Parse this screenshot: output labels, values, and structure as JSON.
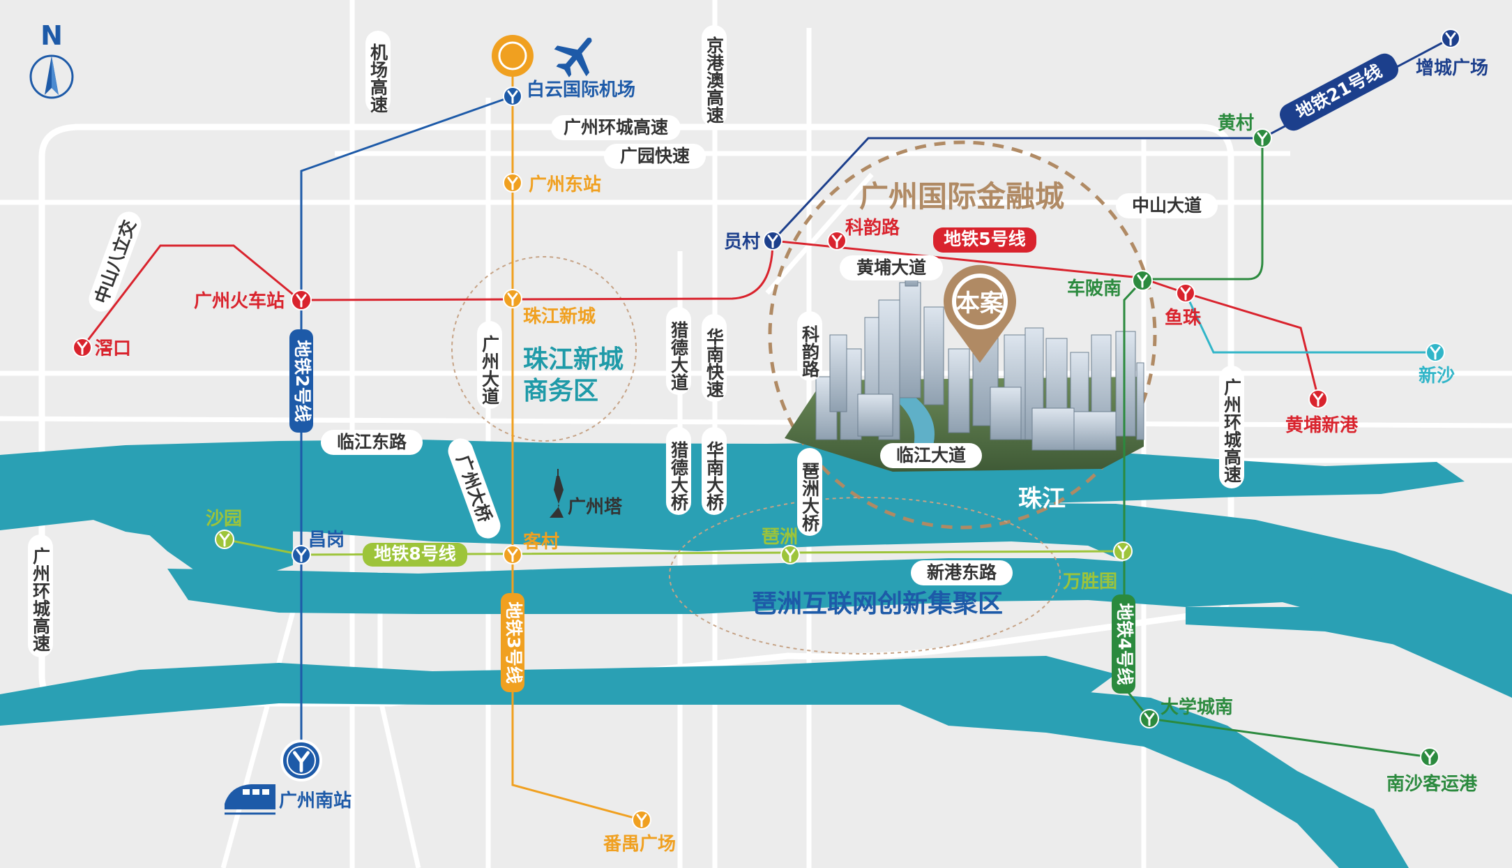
{
  "compass": {
    "label": "N"
  },
  "colors": {
    "river": "#2aa0b4",
    "line2": "#1d5aa8",
    "line3": "#f0a020",
    "line4": "#2b8a3e",
    "line5": "#d9232d",
    "line8": "#9dc43a",
    "line21": "#1c3f8c",
    "apm": "#30b5c8",
    "district_title": "#1e9aa8",
    "finance_city": "#b08a64"
  },
  "lines": {
    "line2": "地铁2号线",
    "line3": "地铁3号线",
    "line4": "地铁4号线",
    "line5": "地铁5号线",
    "line8": "地铁8号线",
    "line21": "地铁21号线"
  },
  "stations": {
    "baiyun_airport": "白云国际机场",
    "guangzhou_east": "广州东站",
    "zhujiang_new_town": "珠江新城",
    "guangzhou_railway": "广州火车站",
    "jiaokou": "滘口",
    "yuncun": "员村",
    "keyun_road": "科韵路",
    "chebei_south": "车陂南",
    "yuzhu": "鱼珠",
    "huangpu_new_port": "黄埔新港",
    "xinsha": "新沙",
    "huangcun": "黄村",
    "zengcheng_square": "增城广场",
    "shayuan": "沙园",
    "changgang": "昌岗",
    "kecun": "客村",
    "pazhou": "琶洲",
    "wanshengwei": "万胜围",
    "university_south": "大学城南",
    "nansha_passenger_port": "南沙客运港",
    "guangzhou_south": "广州南站",
    "panyu_square": "番禺广场"
  },
  "roads": {
    "airport_expressway": "机场高速",
    "jinggangao": "京港澳高速",
    "ring_expressway_top": "广州环城高速",
    "guangyuan_expressway": "广园快速",
    "zhongshan_avenue": "中山大道",
    "zhongshan_8th_road": "中山八立交",
    "huangpu_avenue": "黄埔大道",
    "keyun_road_vertical": "科韵路",
    "guangzhou_avenue_north": "广州大道",
    "liede_avenue": "猎德大道",
    "huanan_expressway": "华南快速",
    "linjiang_east_road": "临江东路",
    "linjiang_avenue": "临江大道",
    "guangzhou_bridge": "广州大桥",
    "liede_bridge": "猎德大桥",
    "huanan_bridge": "华南大桥",
    "pazhou_bridge": "琶洲大桥",
    "xingang_east_road": "新港东路",
    "ring_expressway_left": "广州环城高速",
    "ring_expressway_right": "广州环城高速"
  },
  "landmarks": {
    "canton_tower": "广州塔",
    "pearl_river": "珠江",
    "project": "本案"
  },
  "districts": {
    "finance_city": "广州国际金融城",
    "zhujiang_cbd_line1": "珠江新城",
    "zhujiang_cbd_line2": "商务区",
    "pazhou_internet": "琶洲互联网创新集聚区"
  }
}
